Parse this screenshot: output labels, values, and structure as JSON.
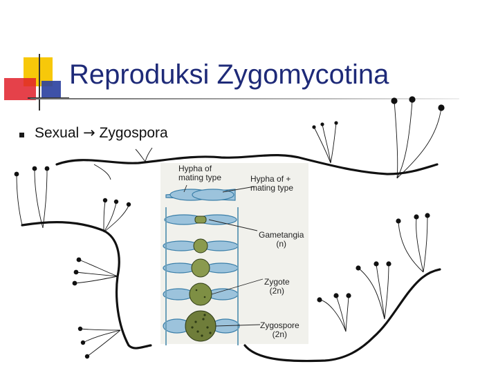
{
  "slide": {
    "title": "Reproduksi Zygomycotina",
    "bullet": {
      "before": "Sexual",
      "arrow": "→",
      "after": "Zygospora"
    }
  },
  "diagram": {
    "labels": {
      "minus_line1": "Hypha of",
      "minus_line2": "mating type",
      "plus_line1": "Hypha of +",
      "plus_line2": "mating type",
      "gametangia": "Gametangia",
      "gametangia_ploidy": "(n)",
      "zygote": "Zygote",
      "zygote_ploidy": "(2n)",
      "zygospore": "Zygospore",
      "zygospore_ploidy": "(2n)"
    }
  },
  "colors": {
    "title": "#1e2a78",
    "hypha_blue": "#9cc3dc",
    "zygote_green": "#8a9a4e",
    "logo_yellow": "#f7c80a",
    "logo_red": "#e0202a",
    "logo_blue": "#2a3f9f"
  }
}
